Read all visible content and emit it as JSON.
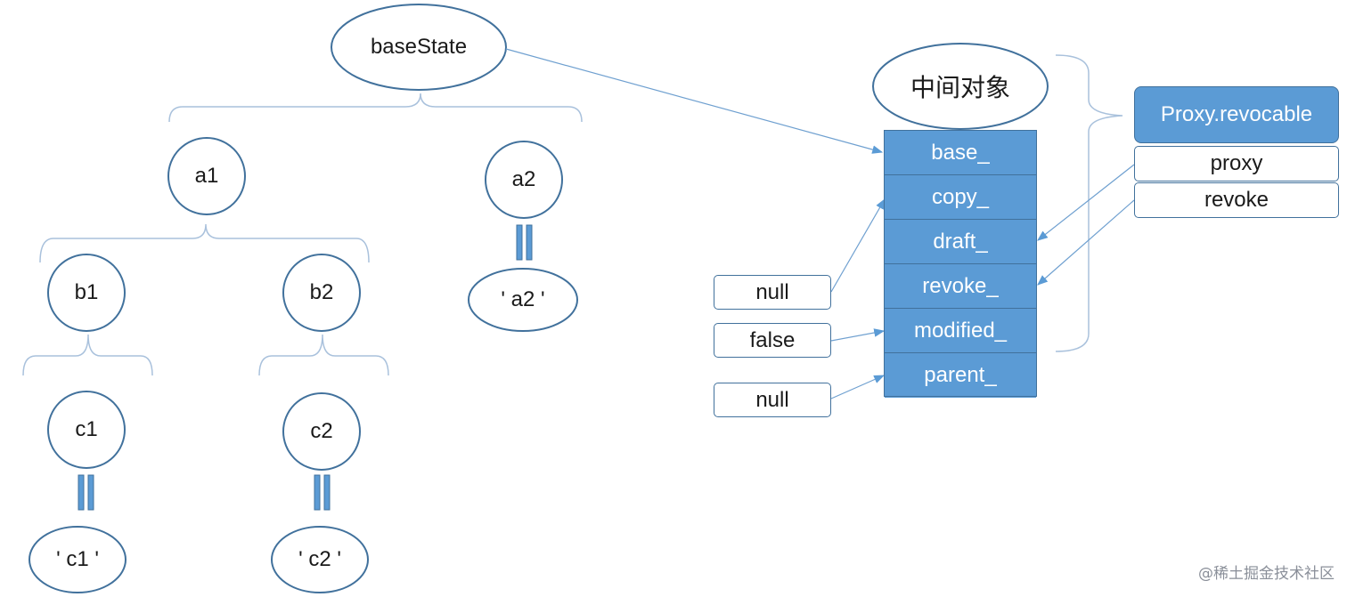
{
  "tree": {
    "root": "baseState",
    "nodes": {
      "a1": "a1",
      "a2": "a2",
      "b1": "b1",
      "b2": "b2",
      "c1": "c1",
      "c2": "c2"
    },
    "leaves": {
      "a2": "' a2 '",
      "c1": "' c1 '",
      "c2": "' c2 '"
    }
  },
  "intermediate": {
    "title": "中间对象",
    "fields": [
      "base_",
      "copy_",
      "draft_",
      "revoke_",
      "modified_",
      "parent_"
    ]
  },
  "values": {
    "copy": "null",
    "modified": "false",
    "parent": "null"
  },
  "proxy_revocable": {
    "title": "Proxy.revocable",
    "items": [
      "proxy",
      "revoke"
    ]
  },
  "colors": {
    "node_stroke": "#41719c",
    "field_fill": "#5b9bd5",
    "line": "#6fa0d0",
    "brace": "#a9c1dc"
  },
  "watermark": "@稀土掘金技术社区"
}
